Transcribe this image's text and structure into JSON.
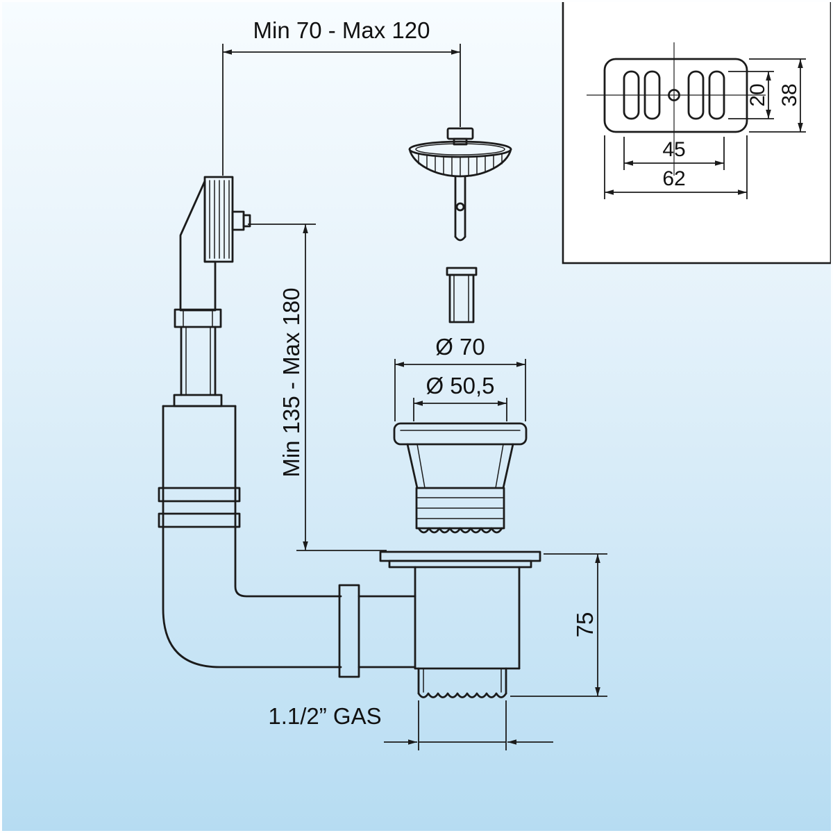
{
  "page": {
    "background_top": "#f7fcff",
    "background_bottom": "#b6dcf2",
    "line_color": "#1b1b1b",
    "inset_fill": "#ffffff",
    "text_color": "#111111"
  },
  "dimensions": {
    "top_span": "Min 70 - Max 120",
    "height_span": "Min 135 - Max 180",
    "flange_diameter": "Ø 70",
    "drain_diameter": "Ø 50,5",
    "trap_body_height": "75",
    "outlet_thread": "1.1/2” GAS"
  },
  "overflow_grate_inset": {
    "slot_height": "20",
    "grate_height": "38",
    "slot_span": "45",
    "grate_width": "62"
  }
}
